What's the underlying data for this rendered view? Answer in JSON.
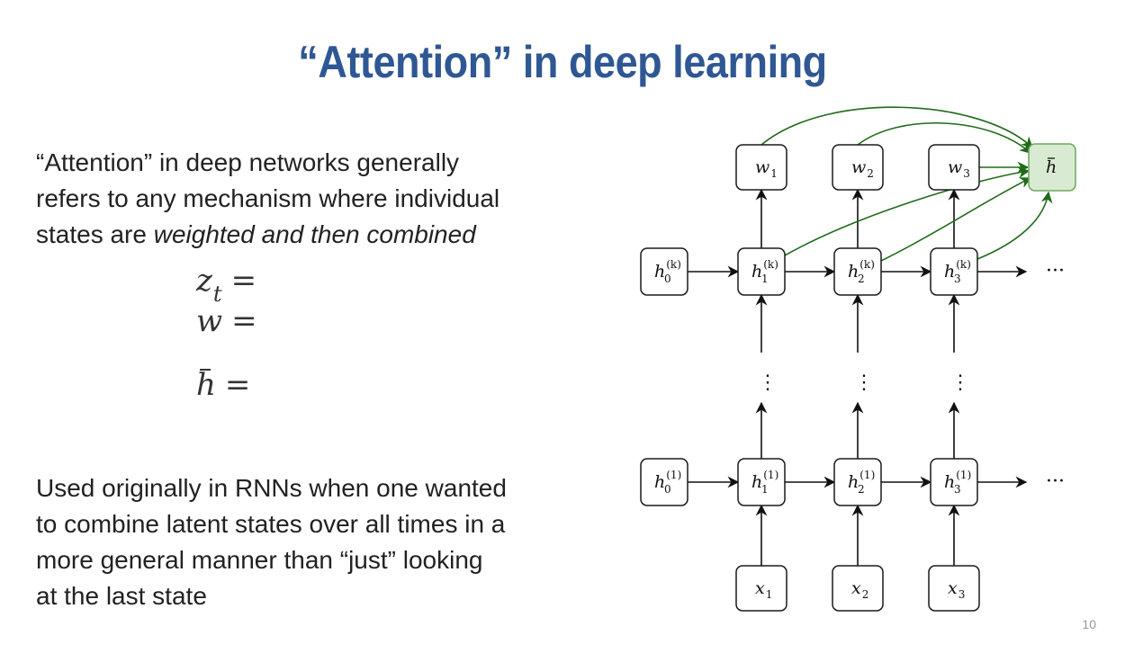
{
  "title": "“Attention” in deep learning",
  "paragraph1": {
    "line1": "“Attention” in deep networks generally",
    "line2": "refers to any mechanism where individual",
    "line3_plain": "states are ",
    "line3_italic": "weighted and then combined"
  },
  "equations": {
    "z_symbol": "z",
    "z_sub": "t",
    "w_symbol": "w",
    "h_symbol": "h",
    "equals": "="
  },
  "paragraph2": {
    "line1": "Used originally in RNNs when one wanted",
    "line2": "to combine latent states over all times in a",
    "line3": "more general manner than “just” looking",
    "line4": "at the last state"
  },
  "diagram": {
    "weights": [
      {
        "sym": "w",
        "sub": "1"
      },
      {
        "sym": "w",
        "sub": "2"
      },
      {
        "sym": "w",
        "sub": "3"
      }
    ],
    "output": {
      "sym": "h"
    },
    "top_layer": [
      {
        "sym": "h",
        "sub": "0",
        "sup": "(k)"
      },
      {
        "sym": "h",
        "sub": "1",
        "sup": "(k)"
      },
      {
        "sym": "h",
        "sub": "2",
        "sup": "(k)"
      },
      {
        "sym": "h",
        "sub": "3",
        "sup": "(k)"
      }
    ],
    "bottom_layer": [
      {
        "sym": "h",
        "sub": "0",
        "sup": "(1)"
      },
      {
        "sym": "h",
        "sub": "1",
        "sup": "(1)"
      },
      {
        "sym": "h",
        "sub": "2",
        "sup": "(1)"
      },
      {
        "sym": "h",
        "sub": "3",
        "sup": "(1)"
      }
    ],
    "inputs": [
      {
        "sym": "x",
        "sub": "1"
      },
      {
        "sym": "x",
        "sub": "2"
      },
      {
        "sym": "x",
        "sub": "3"
      }
    ],
    "ellipsis_h": "···",
    "ellipsis_v": "⋮"
  },
  "page_number": "10",
  "colors": {
    "title": "#2f5793",
    "attention_edges": "#1f6b1a",
    "output_fill": "#d8ebd2",
    "output_stroke": "#6aa85c"
  }
}
